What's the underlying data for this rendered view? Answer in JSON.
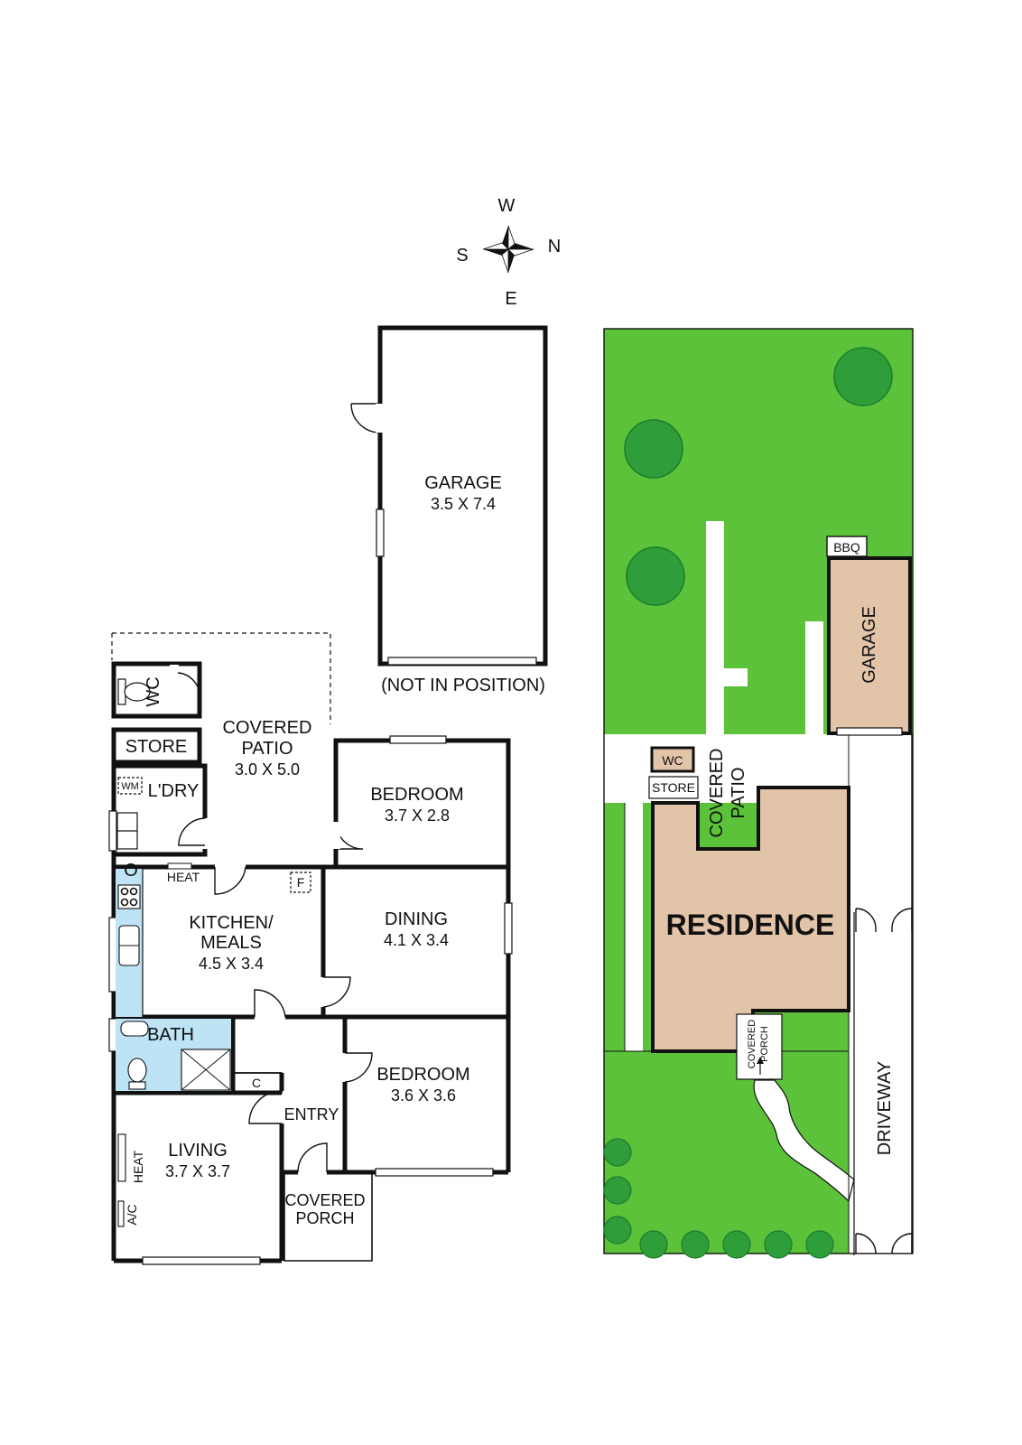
{
  "compass": {
    "w": "W",
    "s": "S",
    "n": "N",
    "e": "E"
  },
  "floor_plan": {
    "garage": {
      "name": "GARAGE",
      "dims": "3.5 X 7.4",
      "note": "(NOT IN POSITION)"
    },
    "wc": "WC",
    "store": "STORE",
    "laundry": {
      "name": "L'DRY",
      "wm": "WM"
    },
    "covered_patio": {
      "line1": "COVERED",
      "line2": "PATIO",
      "dims": "3.0 X 5.0"
    },
    "bedroom1": {
      "name": "BEDROOM",
      "dims": "3.7 X 2.8"
    },
    "oven": "O",
    "heat_kitchen": "HEAT",
    "fridge": "F",
    "kitchen": {
      "line1": "KITCHEN/",
      "line2": "MEALS",
      "dims": "4.5 X 3.4"
    },
    "dining": {
      "name": "DINING",
      "dims": "4.1 X 3.4"
    },
    "bath": "BATH",
    "cupboard": "C",
    "bedroom2": {
      "name": "BEDROOM",
      "dims": "3.6 X 3.6"
    },
    "entry": "ENTRY",
    "living": {
      "name": "LIVING",
      "dims": "3.7 X 3.7"
    },
    "heat_living": "HEAT",
    "ac": "A/C",
    "covered_porch": {
      "line1": "COVERED",
      "line2": "PORCH"
    }
  },
  "site_plan": {
    "bbq": "BBQ",
    "garage": "GARAGE",
    "wc": "WC",
    "store": "STORE",
    "covered_patio": {
      "line1": "COVERED",
      "line2": "PATIO"
    },
    "residence": "RESIDENCE",
    "covered_porch": {
      "line1": "COVERED",
      "line2": "PORCH"
    },
    "driveway": "DRIVEWAY"
  },
  "colors": {
    "lawn": "#5bc23a",
    "tree": "#2e9e3a",
    "tree_dark": "#1f7a2c",
    "building": "#e2c4a9",
    "wet_area": "#bde3f4",
    "wall": "#111111"
  }
}
